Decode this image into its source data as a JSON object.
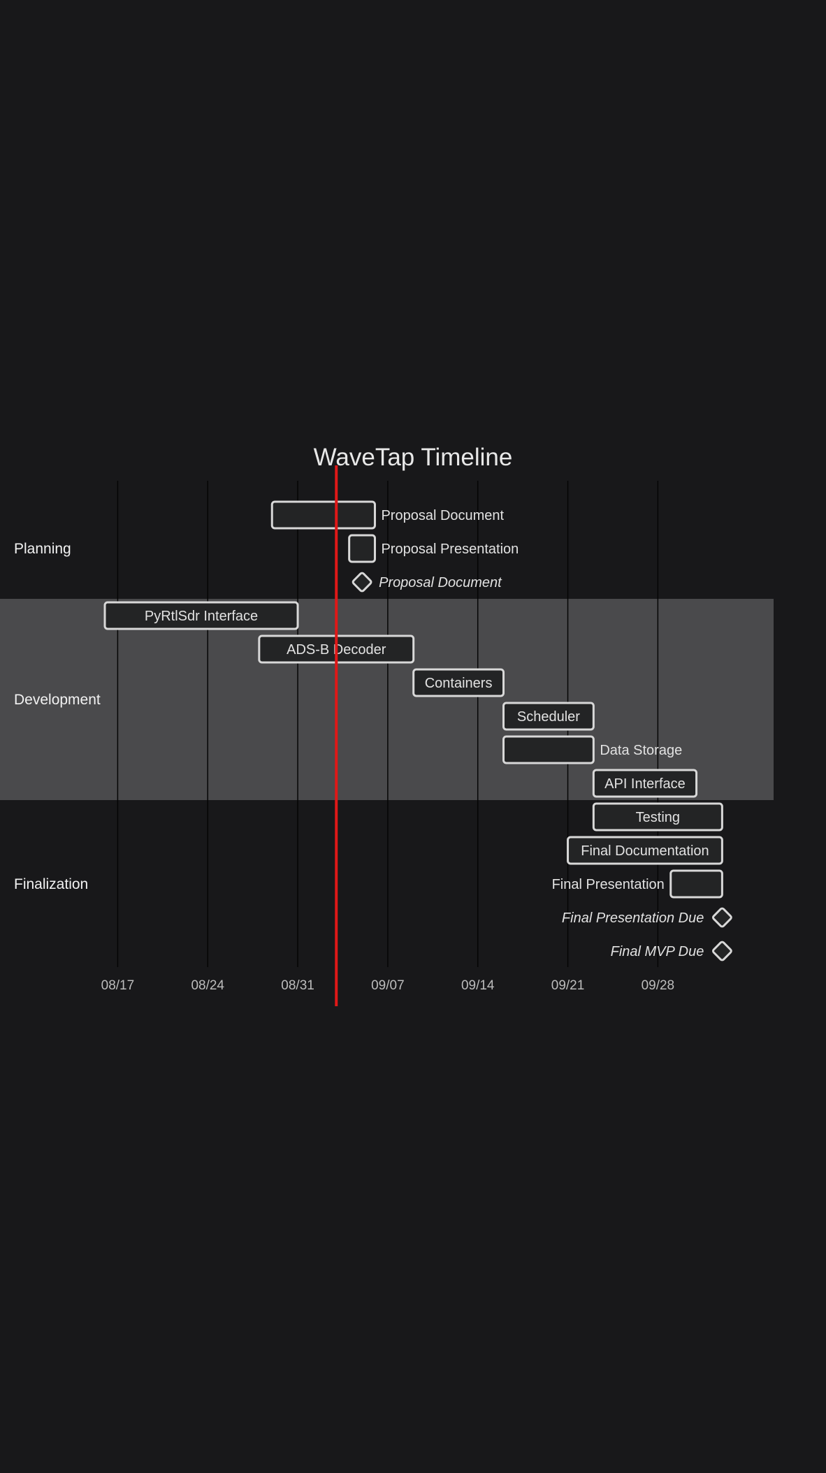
{
  "colors": {
    "background": "#18181a",
    "section_band": "#4a4a4c",
    "grid": "#050505",
    "bar_fill": "#232425",
    "bar_stroke": "#d8d8d8",
    "text": "#e2e2e2",
    "today_marker": "#e01818"
  },
  "chart_data": {
    "type": "gantt",
    "title": "WaveTap Timeline",
    "date_range": [
      "2023-08-16",
      "2023-10-07"
    ],
    "x_ticks": [
      "08/17",
      "08/24",
      "08/31",
      "09/07",
      "09/14",
      "09/21",
      "09/28"
    ],
    "tick_dates": [
      "2023-08-17",
      "2023-08-24",
      "2023-08-31",
      "2023-09-07",
      "2023-09-14",
      "2023-09-21",
      "2023-09-28"
    ],
    "today": "2023-09-03",
    "grid": true,
    "sections": [
      {
        "name": "Planning",
        "tasks": [
          {
            "name": "Proposal Document",
            "start": "2023-08-29",
            "end": "2023-09-06",
            "kind": "task",
            "label_position": "right"
          },
          {
            "name": "Proposal Presentation",
            "start": "2023-09-04",
            "end": "2023-09-06",
            "kind": "task",
            "label_position": "right"
          },
          {
            "name": "Proposal Document",
            "date": "2023-09-05",
            "kind": "milestone",
            "label_position": "right"
          }
        ]
      },
      {
        "name": "Development",
        "tasks": [
          {
            "name": "PyRtlSdr Interface",
            "start": "2023-08-16",
            "end": "2023-08-31",
            "kind": "task",
            "label_position": "inside"
          },
          {
            "name": "ADS-B Decoder",
            "start": "2023-08-28",
            "end": "2023-09-09",
            "kind": "task",
            "label_position": "inside"
          },
          {
            "name": "Containers",
            "start": "2023-09-09",
            "end": "2023-09-16",
            "kind": "task",
            "label_position": "inside"
          },
          {
            "name": "Scheduler",
            "start": "2023-09-16",
            "end": "2023-09-23",
            "kind": "task",
            "label_position": "inside"
          },
          {
            "name": "Data Storage",
            "start": "2023-09-16",
            "end": "2023-09-23",
            "kind": "task",
            "label_position": "right"
          },
          {
            "name": "API Interface",
            "start": "2023-09-23",
            "end": "2023-10-01",
            "kind": "task",
            "label_position": "inside"
          }
        ]
      },
      {
        "name": "Finalization",
        "tasks": [
          {
            "name": "Testing",
            "start": "2023-09-23",
            "end": "2023-10-03",
            "kind": "task",
            "label_position": "inside"
          },
          {
            "name": "Final Documentation",
            "start": "2023-09-21",
            "end": "2023-10-03",
            "kind": "task",
            "label_position": "inside"
          },
          {
            "name": "Final Presentation",
            "start": "2023-09-29",
            "end": "2023-10-03",
            "kind": "task",
            "label_position": "left"
          },
          {
            "name": "Final Presentation Due",
            "date": "2023-10-03",
            "kind": "milestone",
            "label_position": "left"
          },
          {
            "name": "Final MVP Due",
            "date": "2023-10-03",
            "kind": "milestone",
            "label_position": "left"
          }
        ]
      }
    ]
  }
}
